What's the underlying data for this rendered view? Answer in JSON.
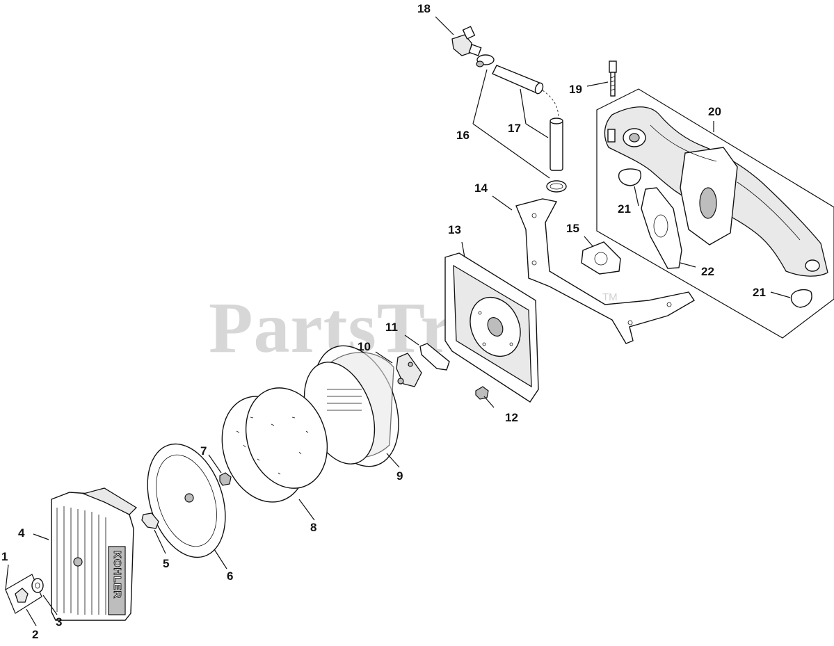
{
  "watermark": {
    "text": "PartsTree",
    "tm": "TM"
  },
  "cover_brand": "KOHLER",
  "callouts": {
    "c1": "1",
    "c2": "2",
    "c3": "3",
    "c4": "4",
    "c5": "5",
    "c6": "6",
    "c7": "7",
    "c8": "8",
    "c9": "9",
    "c10": "10",
    "c11": "11",
    "c12": "12",
    "c13": "13",
    "c14": "14",
    "c15": "15",
    "c16": "16",
    "c17": "17",
    "c18": "18",
    "c19": "19",
    "c20": "20",
    "c21a": "21",
    "c21b": "21",
    "c22": "22"
  }
}
